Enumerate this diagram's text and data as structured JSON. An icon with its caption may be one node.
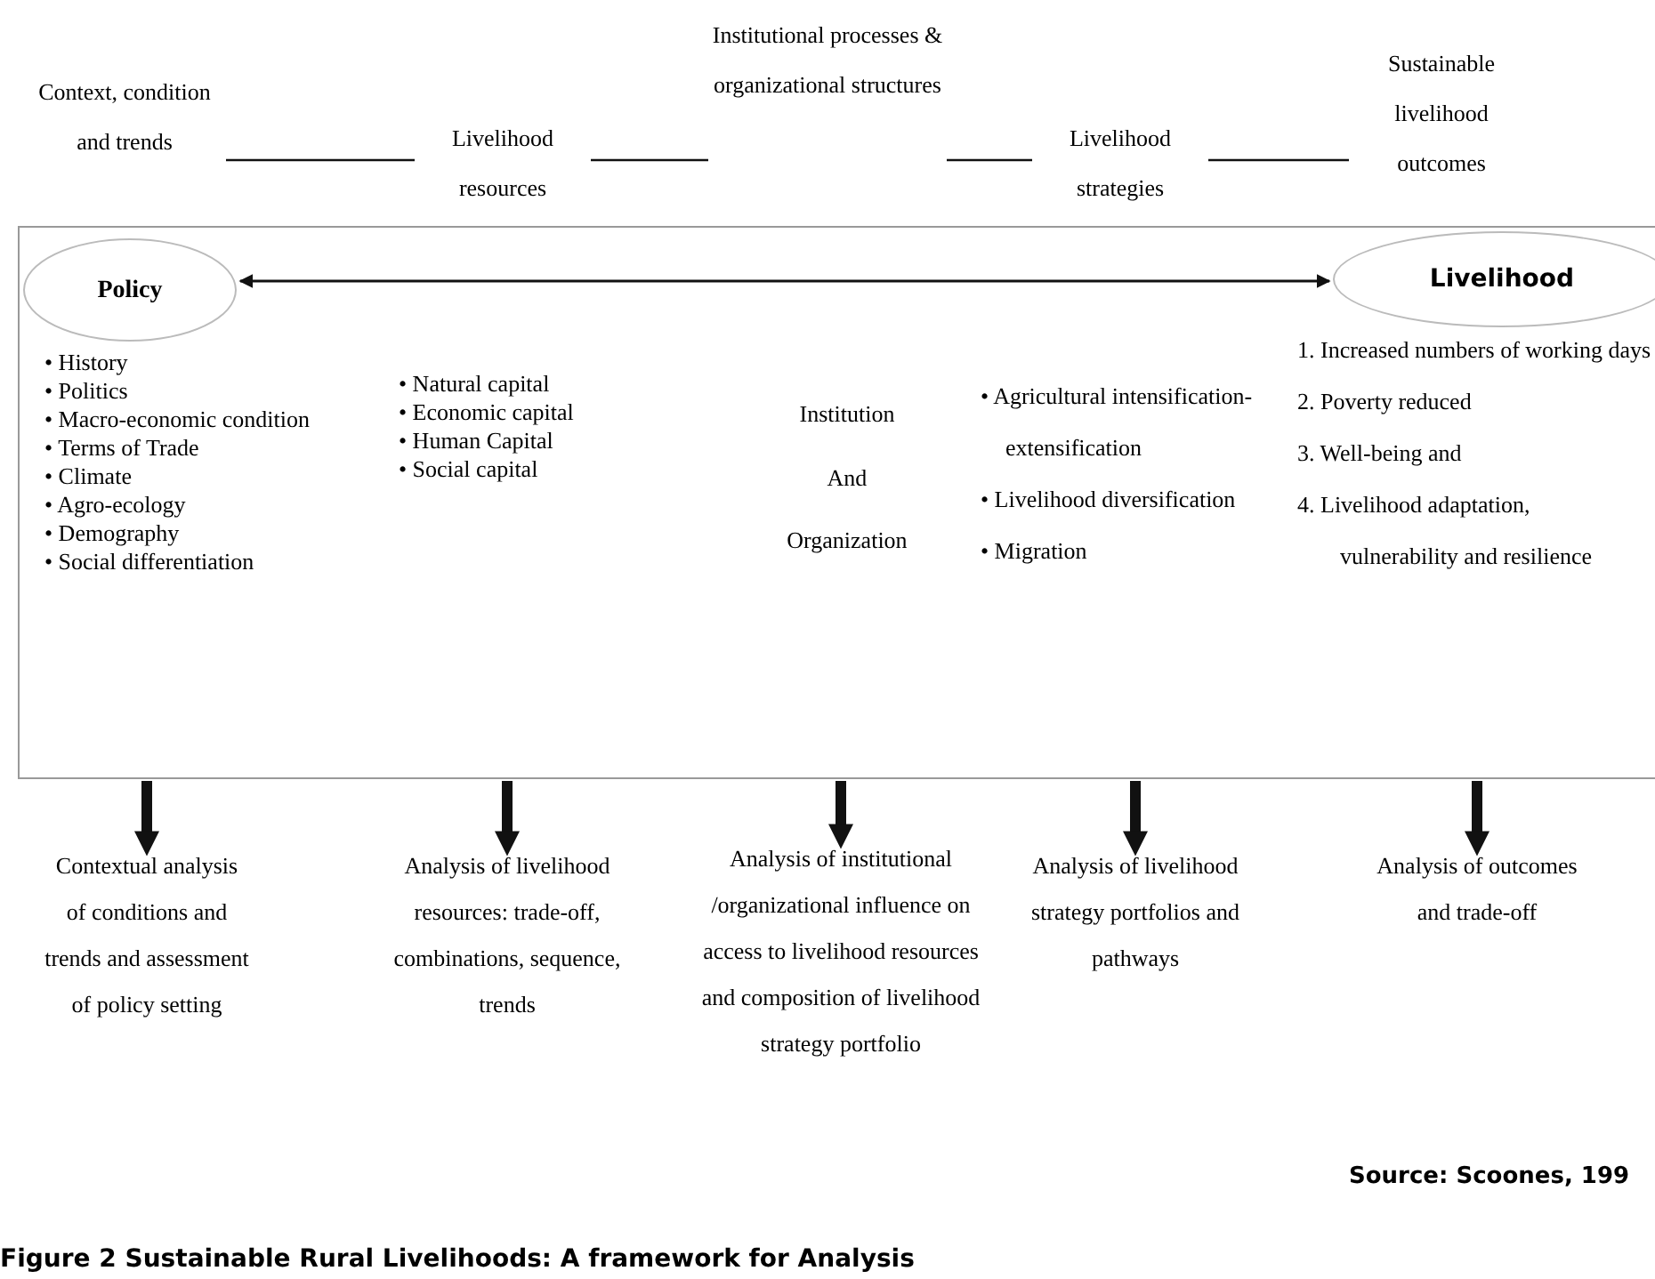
{
  "diagram": {
    "caption": "Figure 2 Sustainable Rural Livelihoods: A framework for Analysis",
    "nodes": [
      {
        "text": [
          "Context, condition and trends"
        ]
      },
      {
        "text": [
          "Livelihood resources"
        ]
      },
      {
        "text": [
          "Institutional processes & organizational structures"
        ]
      },
      {
        "text": [
          "Livelihood strategies"
        ]
      },
      {
        "text": [
          "Sustainable livelihood outcomes"
        ]
      },
      {
        "text": [],
        "shape": "box"
      },
      {
        "text": [
          "Policy"
        ],
        "in": 5
      },
      {
        "text": [
          "Livelihood"
        ],
        "in": 5
      },
      {
        "text": [
          "• History",
          "• Politics",
          "• Macro-economic condition",
          "• Terms of Trade",
          "• Climate",
          "• Agro-ecology",
          "• Demography",
          "• Social differentiation"
        ],
        "in": 5
      },
      {
        "text": [
          "• Natural capital",
          "• Economic capital",
          "• Human Capital",
          "• Social capital"
        ],
        "in": 5
      },
      {
        "text": [
          "Institution",
          "And",
          "Organization"
        ],
        "in": 5
      },
      {
        "text": [
          "• Agricultural intensification-extensification",
          "• Livelihood diversification",
          "• Migration"
        ],
        "in": 5
      },
      {
        "text": [
          "1. Increased numbers of working days",
          "2. Poverty reduced",
          "3. Well-being and",
          "4. Livelihood adaptation, vulnerability and resilience"
        ],
        "in": 5
      },
      {
        "text": [
          "Contextual analysis of conditions and trends and assessment of policy setting"
        ]
      },
      {
        "text": [
          "Analysis of livelihood resources: trade-off, combinations, sequence, trends"
        ]
      },
      {
        "text": [
          "Analysis of institutional /organizational influence on access to livelihood resources and composition of livelihood strategy portfolio"
        ]
      },
      {
        "text": [
          "Analysis of livelihood strategy portfolios and pathways"
        ]
      },
      {
        "text": [
          "Analysis of outcomes and trade-off"
        ]
      }
    ],
    "edges": [
      {
        "from": 0,
        "to": 1,
        "arrow": "none"
      },
      {
        "from": 1,
        "to": 2,
        "arrow": "none"
      },
      {
        "from": 2,
        "to": 3,
        "arrow": "none"
      },
      {
        "from": 3,
        "to": 4,
        "arrow": "none"
      },
      {
        "from": 6,
        "to": 7,
        "arrow": "both"
      },
      {
        "from": 5,
        "to": 13,
        "arrow": "to",
        "style": "thick"
      },
      {
        "from": 5,
        "to": 14,
        "arrow": "to",
        "style": "thick"
      },
      {
        "from": 5,
        "to": 15,
        "arrow": "to",
        "style": "thick"
      },
      {
        "from": 5,
        "to": 16,
        "arrow": "to",
        "style": "thick"
      },
      {
        "from": 5,
        "to": 17,
        "arrow": "to",
        "style": "thick"
      }
    ],
    "labels": [
      "Source:  Scoones, 199"
    ]
  }
}
